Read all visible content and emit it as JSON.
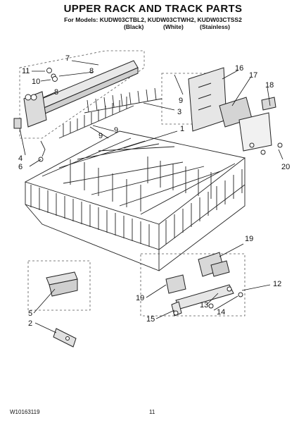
{
  "header": {
    "title": "UPPER RACK AND TRACK PARTS",
    "models_line": "For Models: KUDW03CTBL2, KUDW03CTWH2, KUDW03CTSS2",
    "finish_black": "(Black)",
    "finish_white": "(White)",
    "finish_stainless": "(Stainless)"
  },
  "callouts": [
    "7",
    "11",
    "8",
    "10",
    "8",
    "9",
    "16",
    "17",
    "18",
    "3",
    "1",
    "9",
    "9",
    "4",
    "6",
    "20",
    "19",
    "12",
    "5",
    "2",
    "19",
    "13",
    "14",
    "15"
  ],
  "footer": {
    "part_number": "W10163119",
    "page_number": "11"
  }
}
